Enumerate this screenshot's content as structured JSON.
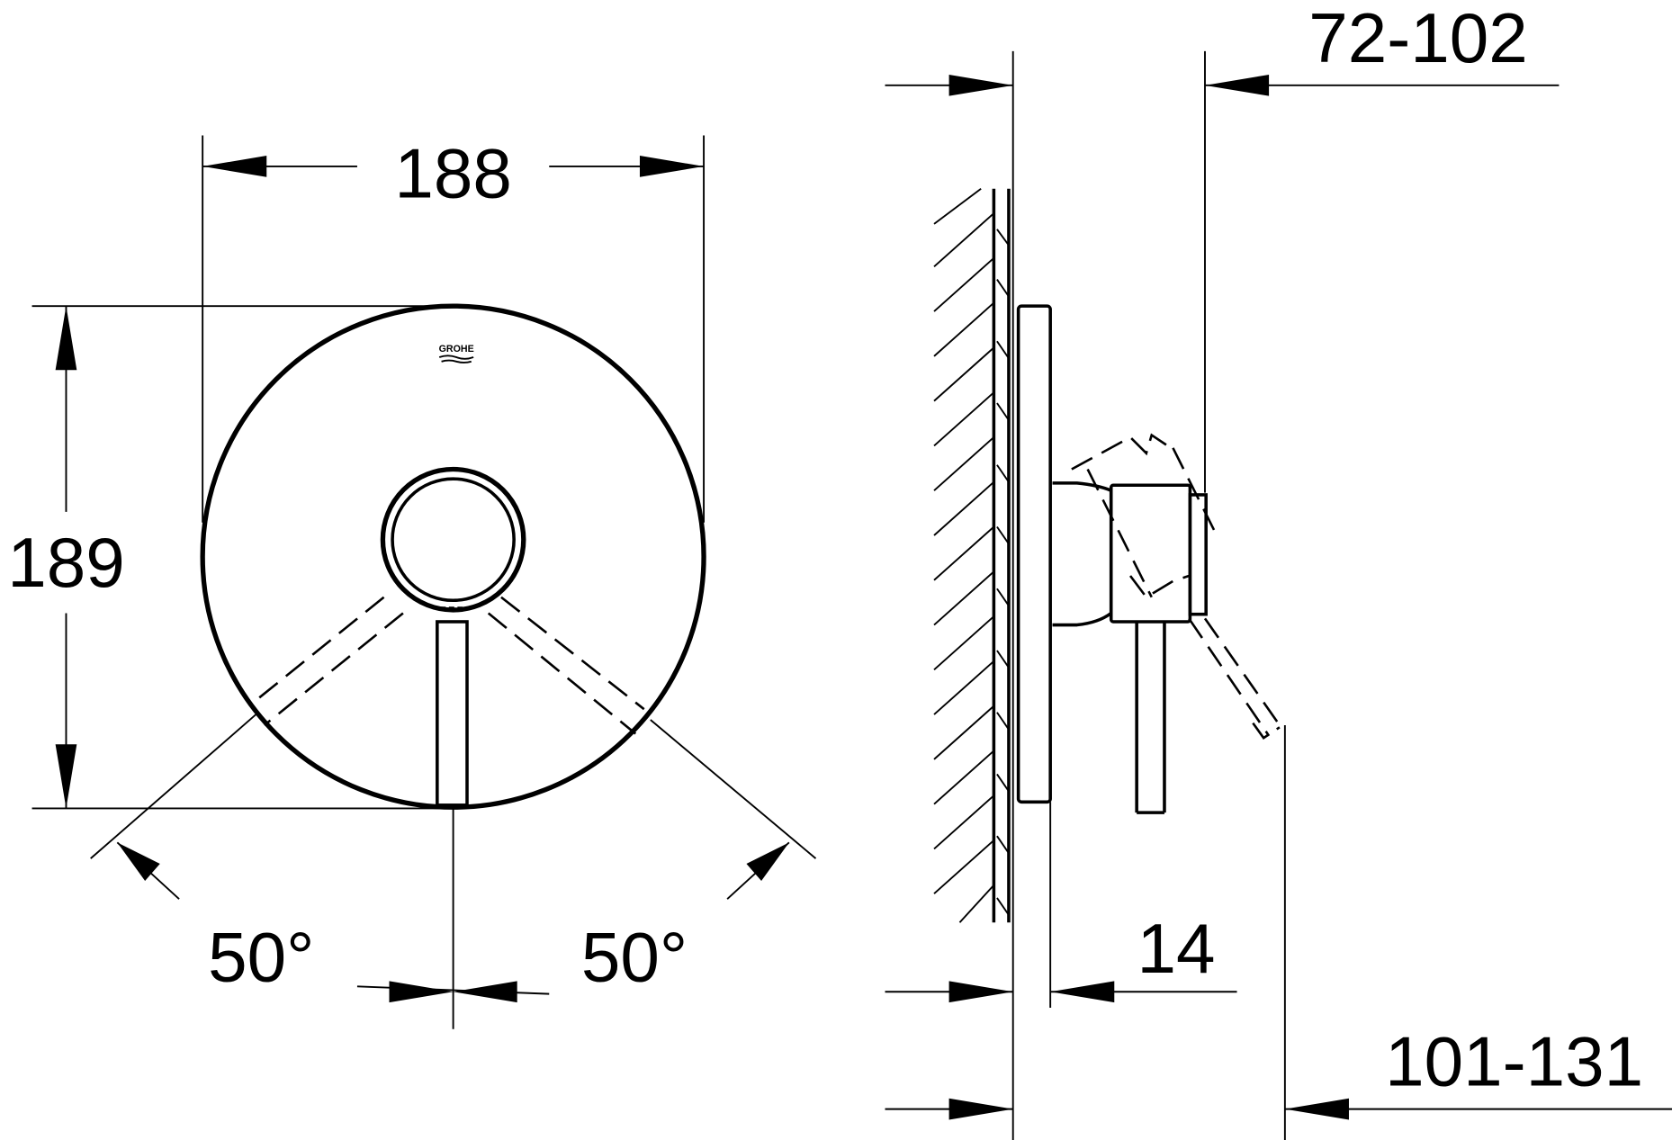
{
  "drawing": {
    "type": "technical dimension drawing",
    "brand_logo": "GROHE",
    "front_view": {
      "width_dim": "188",
      "height_dim": "189",
      "left_angle": "50°",
      "right_angle": "50°"
    },
    "side_view": {
      "projection_range_top": "72-102",
      "plate_depth": "14",
      "projection_range_bottom": "101-131"
    },
    "colors": {
      "line": "#000000",
      "background": "#ffffff"
    }
  }
}
